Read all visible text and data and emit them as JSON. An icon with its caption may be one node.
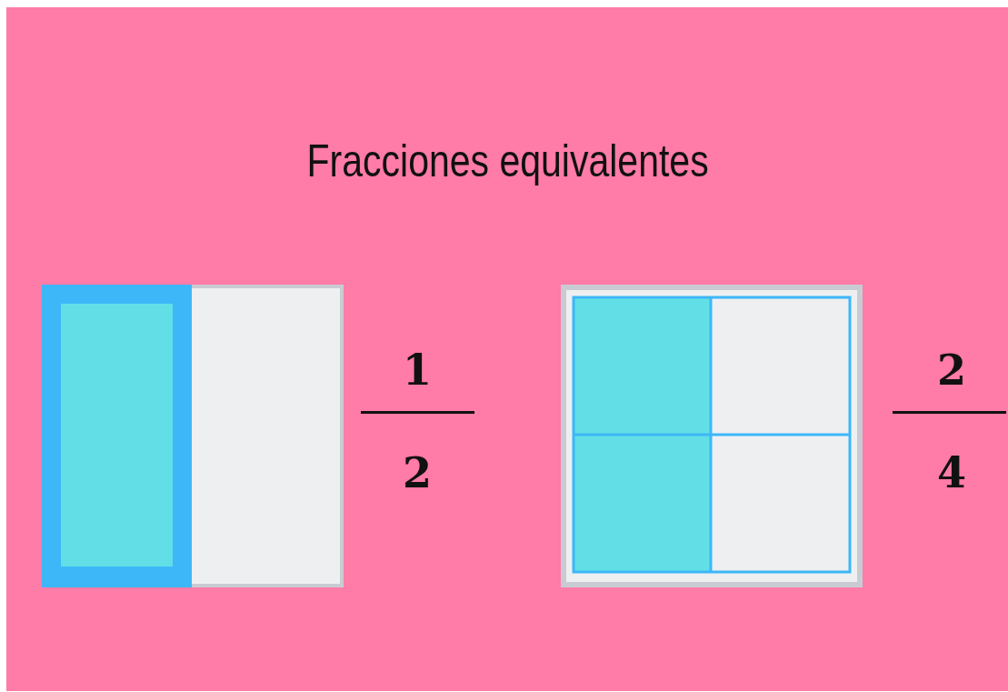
{
  "diagram": {
    "title": "Fracciones equivalentes",
    "labels": [
      "1",
      "2",
      "2",
      "4"
    ]
  }
}
